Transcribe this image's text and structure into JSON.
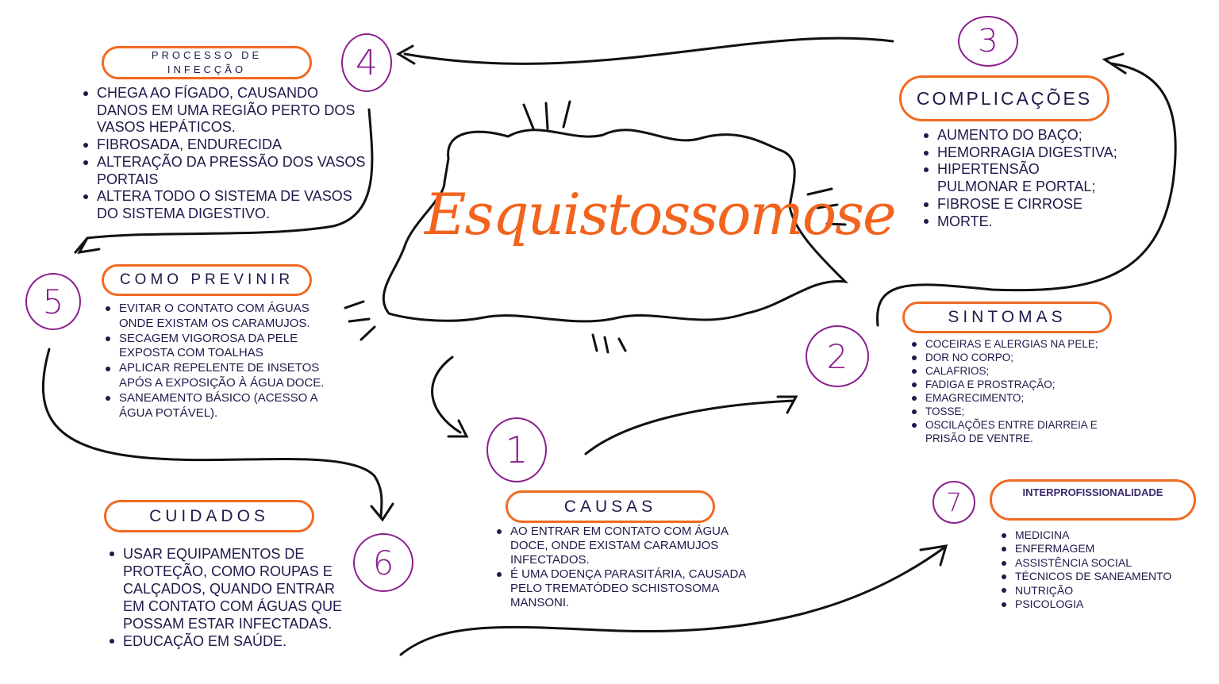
{
  "title": "Esquistossomose",
  "colors": {
    "accent": "#f06a22",
    "number": "#8a1f8f",
    "text": "#1e1a4a"
  },
  "sections": {
    "infeccao": {
      "number": "4",
      "label": "PROCESSO DE INFECÇÃO",
      "items": [
        "Chega ao fígado, causando danos em uma região perto dos vasos hepáticos.",
        "Fibrosada, endurecida",
        "Alteração da pressão dos vasos portais",
        "Altera todo o sistema de vasos do sistema digestivo."
      ]
    },
    "complicacoes": {
      "number": "3",
      "label": "COMPLICAÇÕES",
      "items": [
        "Aumento do baço;",
        "Hemorragia digestiva;",
        "Hipertensão pulmonar e portal;",
        "Fibrose e cirrose",
        "Morte."
      ]
    },
    "prevenir": {
      "number": "5",
      "label": "COMO PREVINIR",
      "items": [
        "Evitar o contato com águas onde existam os caramujos.",
        "Secagem vigorosa da pele exposta com toalhas",
        "Aplicar repelente de insetos após a exposição à água doce.",
        "Saneamento básico (acesso a água potável)."
      ]
    },
    "sintomas": {
      "number": "2",
      "label": "SINTOMAS",
      "items": [
        "Coceiras e alergias na pele;",
        "Dor no corpo;",
        "Calafrios;",
        "Fadiga e prostração;",
        "Emagrecimento;",
        "Tosse;",
        "Oscilações entre diarreia e prisão de ventre."
      ]
    },
    "cuidados": {
      "number": "6",
      "label": "CUIDADOS",
      "items": [
        "Usar equipamentos de proteção, como roupas e calçados, quando entrar em contato com águas que possam estar infectadas.",
        "Educação em saúde."
      ]
    },
    "causas": {
      "number": "1",
      "label": "CAUSAS",
      "items": [
        "Ao entrar em contato com água doce, onde existam caramujos infectados.",
        "É uma doença parasitária, causada pelo trematódeo Schistosoma mansoni."
      ]
    },
    "interprof": {
      "number": "7",
      "label": "INTERPROFISSIONALIDADE",
      "items": [
        "Medicina",
        "Enfermagem",
        "Assistência social",
        "Técnicos de saneamento",
        "Nutrição",
        "Psicologia"
      ]
    }
  }
}
